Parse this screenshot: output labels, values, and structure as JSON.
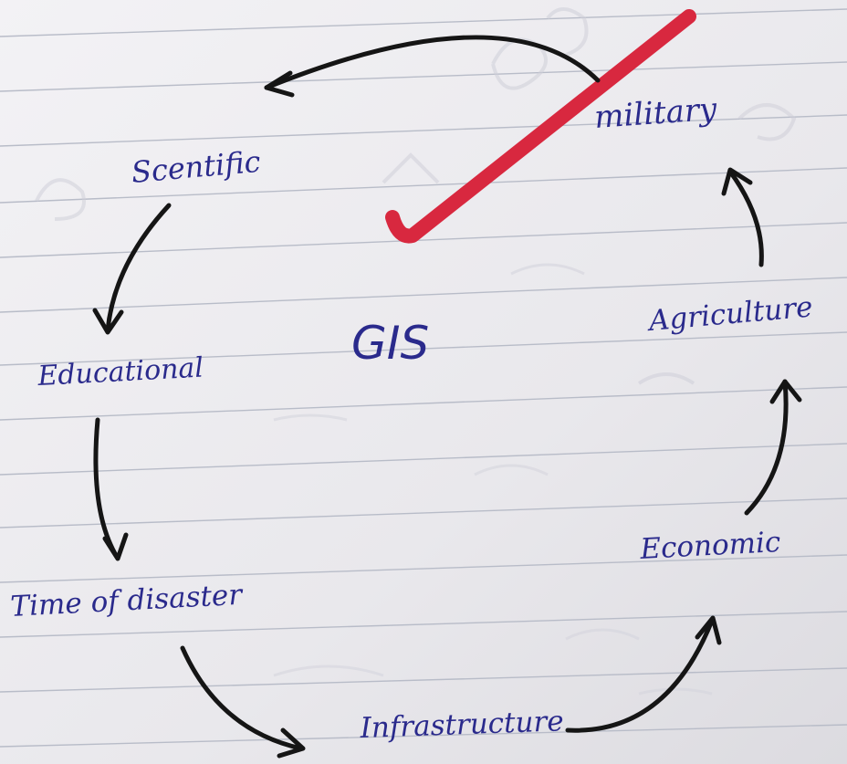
{
  "diagram": {
    "center_label": "GIS",
    "nodes": [
      {
        "id": "military",
        "label": "military"
      },
      {
        "id": "scientific",
        "label": "Scentific"
      },
      {
        "id": "educational",
        "label": "Educational"
      },
      {
        "id": "time-of-disaster",
        "label": "Time of disaster"
      },
      {
        "id": "infrastructure",
        "label": "Infrastructure"
      },
      {
        "id": "economic",
        "label": "Economic"
      },
      {
        "id": "agriculture",
        "label": "Agriculture"
      }
    ],
    "edges": [
      {
        "from": "military",
        "to": "scientific"
      },
      {
        "from": "scientific",
        "to": "educational"
      },
      {
        "from": "educational",
        "to": "time-of-disaster"
      },
      {
        "from": "time-of-disaster",
        "to": "infrastructure"
      },
      {
        "from": "infrastructure",
        "to": "economic"
      },
      {
        "from": "economic",
        "to": "agriculture"
      },
      {
        "from": "agriculture",
        "to": "military"
      }
    ]
  },
  "colors": {
    "paper": "#ecebee",
    "ink_blue": "#2a2a8c",
    "ink_black": "#151515",
    "check_red": "#d8283f",
    "rule_line": "#b8bcc8"
  },
  "icons": [
    "red-checkmark-icon"
  ]
}
